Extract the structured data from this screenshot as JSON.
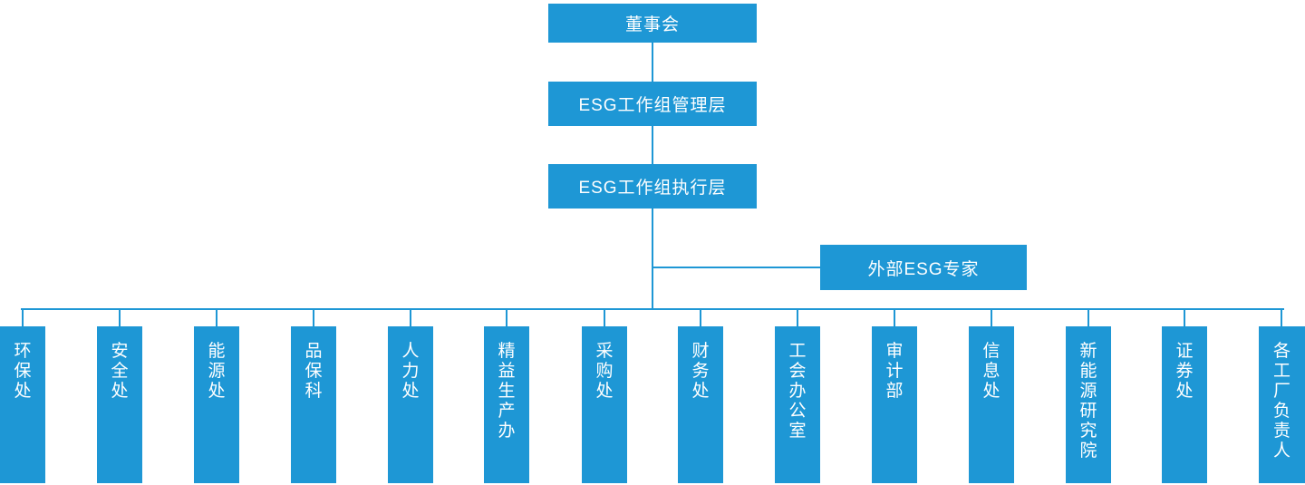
{
  "theme": {
    "accent": "#1e97d5",
    "text-on-accent": "#ffffff"
  },
  "org": {
    "root": {
      "label": "董事会"
    },
    "management": {
      "label": "ESG工作组管理层"
    },
    "execution": {
      "label": "ESG工作组执行层"
    },
    "external": {
      "label": "外部ESG专家"
    },
    "departments": [
      {
        "label": "环保处"
      },
      {
        "label": "安全处"
      },
      {
        "label": "能源处"
      },
      {
        "label": "品保科"
      },
      {
        "label": "人力处"
      },
      {
        "label": "精益生产办"
      },
      {
        "label": "采购处"
      },
      {
        "label": "财务处"
      },
      {
        "label": "工会办公室"
      },
      {
        "label": "审计部"
      },
      {
        "label": "信息处"
      },
      {
        "label": "新能源研究院"
      },
      {
        "label": "证券处"
      },
      {
        "label": "各工厂负责人"
      }
    ]
  }
}
